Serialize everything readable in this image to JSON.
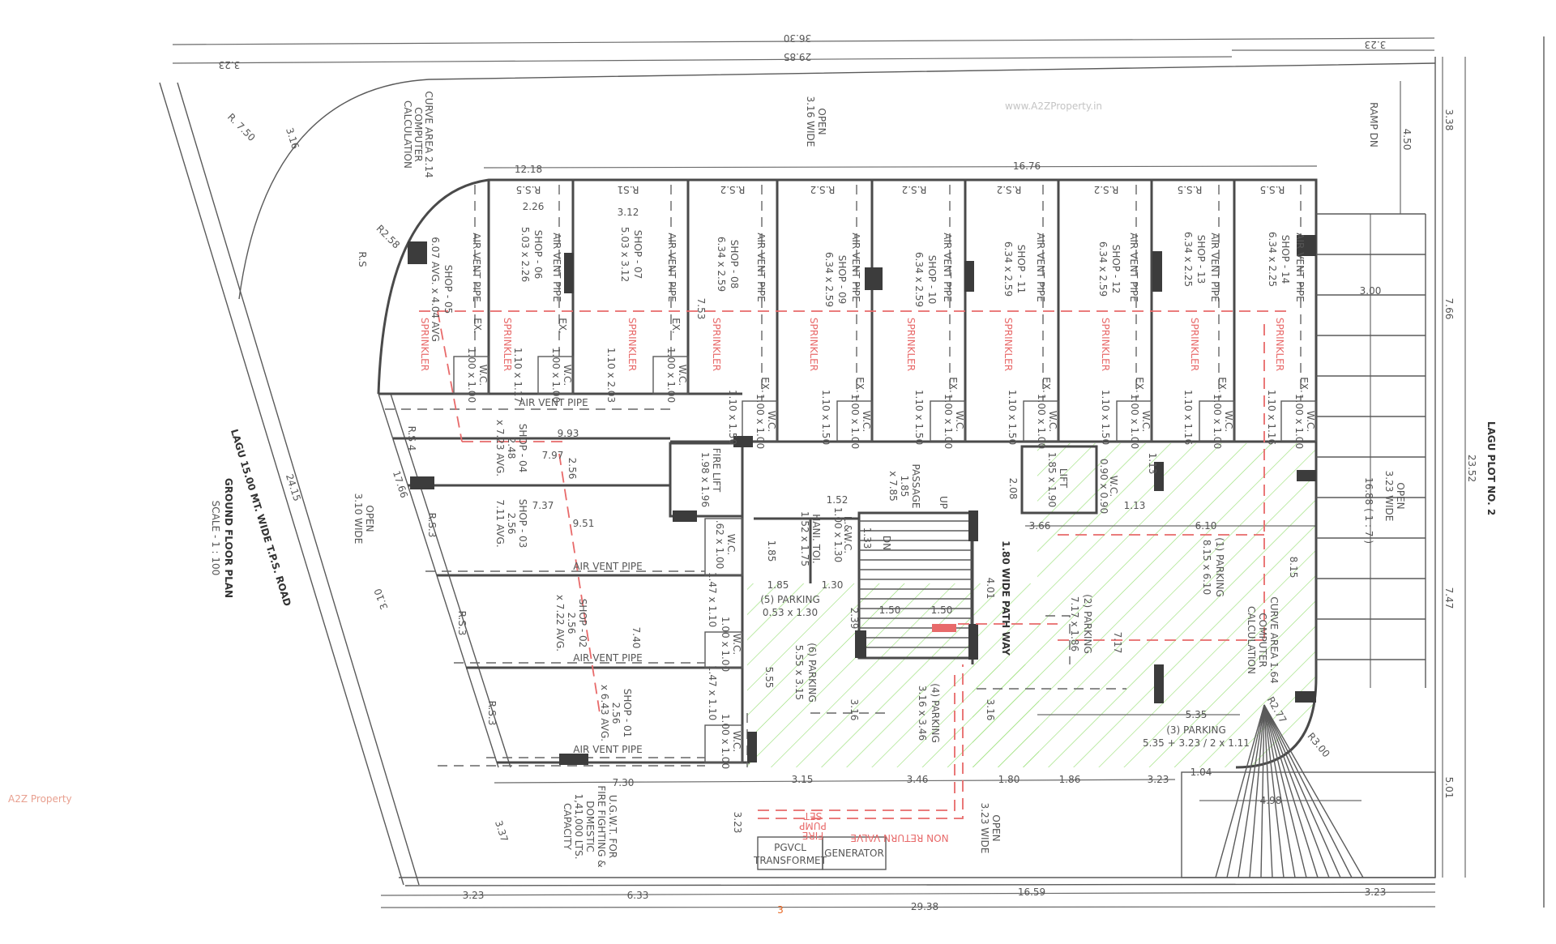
{
  "plan": {
    "title": "GROUND FLOOR PLAN",
    "scale": "SCALE - 1 : 100",
    "road": "LAGU 15.00 MT. WIDE T.P.S. ROAD",
    "neighbour": "LAGU PLOT NO. 2",
    "page_number": "3",
    "watermark_text": "www.A2ZProperty.in",
    "watermark_logo": "A2Z Property",
    "colors": {
      "walls": "#4a4a4a",
      "sprinkler": "#e86a6a",
      "parking_hatch": "#9be07a",
      "page_number": "#e8641e"
    }
  },
  "shops": [
    {
      "name": "SHOP - 05",
      "size": "6.07 AVG. x 4.04 AVG"
    },
    {
      "name": "SHOP - 06",
      "size": "5.03 x 2.26"
    },
    {
      "name": "SHOP - 07",
      "size": "5.03 x 3.12"
    },
    {
      "name": "SHOP - 08",
      "size": "6.34 x 2.59"
    },
    {
      "name": "SHOP - 09",
      "size": "6.34 x 2.59"
    },
    {
      "name": "SHOP - 10",
      "size": "6.34 x 2.59"
    },
    {
      "name": "SHOP - 11",
      "size": "6.34 x 2.59"
    },
    {
      "name": "SHOP - 12",
      "size": "6.34 x 2.59"
    },
    {
      "name": "SHOP - 13",
      "size": "6.34 x 2.25"
    },
    {
      "name": "SHOP - 14",
      "size": "6.34 x 2.25"
    },
    {
      "name": "SHOP - 04",
      "size": "2.48",
      "size2": "x 7.23 AVG."
    },
    {
      "name": "SHOP - 03",
      "size": "2.56",
      "size2": "7.11 AVG."
    },
    {
      "name": "SHOP - 02",
      "size": "2.56",
      "size2": "x 7.22 AVG."
    },
    {
      "name": "SHOP - 01",
      "size": "2.56",
      "size2": "x 6.43 AVG."
    }
  ],
  "fixtures": {
    "air_vent_pipe": "AIR VENT PIPE",
    "wc": "W.C.",
    "wc_size": "1.00 x 1.00",
    "ex": "EX.",
    "sprinkler": "SPRINKLER",
    "toilet_sizes": [
      "1.10 x 1.17",
      "1.10 x 2.03",
      "1.10 x 1.50",
      "1.10 x 1.50",
      "1.10 x 1.50",
      "1.10 x 1.50",
      "1.10 x 1.50",
      "1.10 x 1.16",
      "1.10 x 1.16"
    ],
    "left_toilets": [
      "1.47 x 1.10",
      "1.47 x 1.10"
    ]
  },
  "core": {
    "fire_lift": "FIRE LIFT",
    "fire_lift_size": "1.98 x 1.96",
    "lift": "LIFT",
    "lift_size": "1.85 x 1.90",
    "passage": "PASSAGE",
    "passage_size": "1.85",
    "passage_size2": "x 7.85",
    "dn": "DN",
    "up": "UP",
    "path_way": "1.80 WIDE PATH WAY",
    "handicap_toilet": "HANI. TOI.",
    "handicap_toilet_size": "1.52 x 1.75",
    "wc_small": "W.C.",
    "wc_small_size": "0.90 x 0.90",
    "wc_core": "W.C.",
    "wc_core_size": ".62 x 1.00",
    "ladies_wc": "L.&W.C.",
    "ladies_wc_size": "1.00 x 1.30"
  },
  "parking": [
    {
      "name": "(1) PARKING",
      "size": "8.15 x 6.10"
    },
    {
      "name": "(2) PARKING",
      "size": "7.17 x 1.86"
    },
    {
      "name": "(3) PARKING",
      "size": "5.35 + 3.23 / 2 x 1.11"
    },
    {
      "name": "(4) PARKING",
      "size": "3.16 x 3.46"
    },
    {
      "name": "(5) PARKING",
      "size": "0.53 x 1.30"
    },
    {
      "name": "(6) PARKING",
      "size": "5.55 x 3.15"
    }
  ],
  "notes": {
    "curve_area_top": [
      "CURVE AREA 2.14",
      "COMPUTER",
      "CALCULATION"
    ],
    "curve_area_bottom": [
      "CURVE AREA 1.64",
      "COMPUTER",
      "CALCULATION"
    ],
    "open_top": [
      "OPEN",
      "3.16 WIDE"
    ],
    "open_left": [
      "OPEN",
      "3.10 WIDE"
    ],
    "open_right": [
      "OPEN",
      "3.23 WIDE"
    ],
    "open_bottom": [
      "OPEN",
      "3.23 WIDE"
    ],
    "ramp_dn": "RAMP DN",
    "ramp_slope": "16.88 ( 1 : 7 )",
    "ugwt": [
      "U.G.W.T. FOR",
      "FIRE FIGHTING &",
      "DOMESTIC",
      "1,41,000 LTS.",
      "CAPACITY"
    ],
    "transformer": [
      "PGVCL",
      "TRANSFORMET"
    ],
    "generator": "GENERATOR",
    "fire_pump": [
      "FIRE",
      "PUMP",
      "SET"
    ],
    "non_return_valve": "NON RETURN VALVE",
    "rs": [
      "R.S.5",
      "R.S1",
      "R.S.2",
      "R.S.2",
      "R.S.2",
      "R.S.2",
      "R.S.2",
      "R.S.5",
      "R.S.5",
      "R.S 4",
      "R.S.3",
      "R.S.3",
      "R.S.3",
      "R.S"
    ]
  },
  "dimensions": [
    "36.30",
    "29.85",
    "3.23",
    "3.23",
    "12.18",
    "16.76",
    "2.26",
    "3.12",
    "7.53",
    "3.38",
    "4.50",
    "7.66",
    "3.00",
    "23.52",
    "7.47",
    "5.01",
    "4.98",
    "1.04",
    "3.23",
    "5.35",
    "R2.77",
    "R3.00",
    "6.10",
    "8.15",
    "7.17",
    "3.66",
    "2.08",
    "1.13",
    "1.13",
    "4.01",
    "3.16",
    "1.80",
    "1.86",
    "3.46",
    "3.15",
    "7.30",
    "3.23",
    "6.33",
    "3.23",
    "16.59",
    "29.38",
    "3.23",
    "3.37",
    "3.10",
    "9.93",
    "7.97",
    "7.37",
    "9.51",
    "7.40",
    "1.52",
    "1.85",
    "1.30",
    "2.39",
    "1.50",
    "1.50",
    "5.55",
    "3.16",
    "1.33",
    "24.15",
    "17.66",
    "R2.58",
    "3.16",
    "R. 7.50",
    "1.85",
    "2.56"
  ]
}
